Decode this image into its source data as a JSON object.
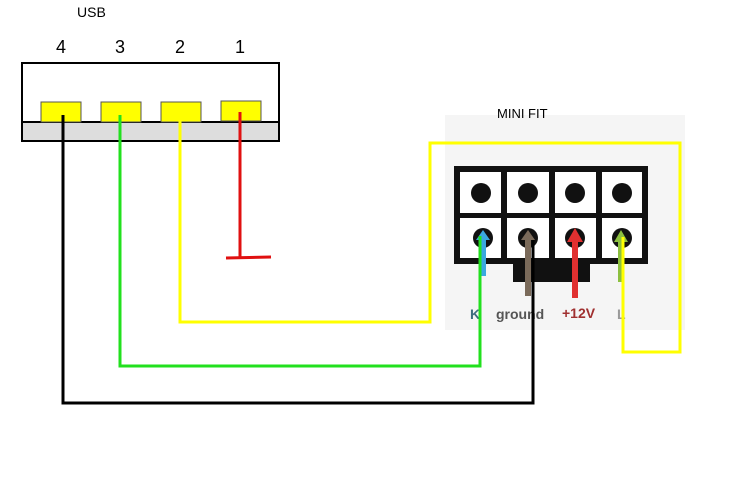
{
  "usb": {
    "title": "USB",
    "pins": [
      "4",
      "3",
      "2",
      "1"
    ]
  },
  "minifit": {
    "title": "MINI FIT",
    "pin_labels": [
      "K",
      "ground",
      "+12V",
      "L"
    ]
  },
  "colors": {
    "black_wire": "#000000",
    "green_wire": "#22e01e",
    "yellow_wire": "#ffff00",
    "red_wire": "#e01010",
    "pad": "#ffff00",
    "strip": "#dddddd"
  }
}
